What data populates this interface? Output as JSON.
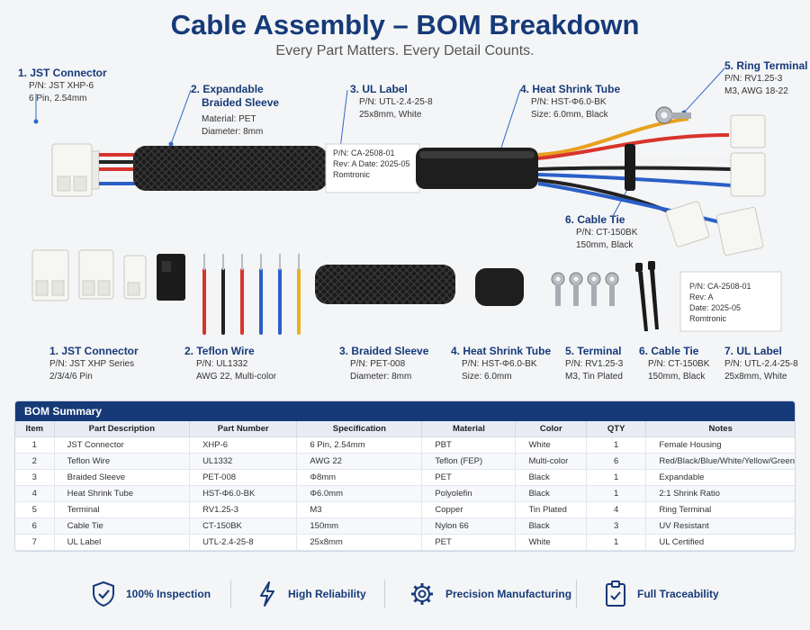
{
  "header": {
    "title": "Cable Assembly – BOM Breakdown",
    "subtitle": "Every Part Matters. Every Detail Counts."
  },
  "callouts": [
    {
      "title": "1. JST Connector",
      "lines": [
        "P/N: JST XHP-6",
        "6 Pin, 2.54mm"
      ]
    },
    {
      "title": "2. Expandable",
      "title2": "Braided Sleeve",
      "lines": [
        "Material: PET",
        "Diameter: 8mm"
      ]
    },
    {
      "title": "3. UL Label",
      "lines": [
        "P/N: UTL-2.4-25-8",
        "25x8mm, White"
      ]
    },
    {
      "title": "4. Heat Shrink Tube",
      "lines": [
        "P/N: HST-Φ6.0-BK",
        "Size: 6.0mm, Black"
      ]
    },
    {
      "title": "5. Ring Terminal",
      "lines": [
        "P/N: RV1.25-3",
        "M3, AWG 18-22"
      ]
    },
    {
      "title": "6. Cable Tie",
      "lines": [
        "P/N: CT-150BK",
        "150mm, Black"
      ]
    }
  ],
  "cable_label": {
    "lines": [
      "P/N: CA-2508-01",
      "Rev: A   Date: 2025-05",
      "Romtronic"
    ]
  },
  "parts": [
    {
      "title": "1. JST Connector",
      "lines": [
        "P/N: JST XHP Series",
        "2/3/4/6 Pin"
      ]
    },
    {
      "title": "2. Teflon Wire",
      "lines": [
        "P/N: UL1332",
        "AWG 22, Multi-color"
      ]
    },
    {
      "title": "3. Braided Sleeve",
      "lines": [
        "P/N: PET-008",
        "Diameter: 8mm"
      ]
    },
    {
      "title": "4. Heat Shrink Tube",
      "lines": [
        "P/N: HST-Φ6.0-BK",
        "Size: 6.0mm"
      ]
    },
    {
      "title": "5. Terminal",
      "lines": [
        "P/N: RV1.25-3",
        "M3, Tin Plated"
      ]
    },
    {
      "title": "6. Cable Tie",
      "lines": [
        "P/N: CT-150BK",
        "150mm, Black"
      ]
    },
    {
      "title": "7. UL Label",
      "lines": [
        "P/N: UTL-2.4-25-8",
        "25x8mm, White"
      ]
    }
  ],
  "sample_label": {
    "lines": [
      "P/N: CA-2508-01",
      "Rev: A",
      "Date: 2025-05",
      "Romtronic"
    ]
  },
  "bom": {
    "heading": "BOM Summary",
    "columns": [
      "Item",
      "Part Description",
      "Part Number",
      "Specification",
      "Material",
      "Color",
      "QTY",
      "Notes"
    ],
    "rows": [
      [
        "1",
        "JST Connector",
        "XHP-6",
        "6 Pin, 2.54mm",
        "PBT",
        "White",
        "1",
        "Female Housing"
      ],
      [
        "2",
        "Teflon Wire",
        "UL1332",
        "AWG 22",
        "Teflon (FEP)",
        "Multi-color",
        "6",
        "Red/Black/Blue/White/Yellow/Green"
      ],
      [
        "3",
        "Braided Sleeve",
        "PET-008",
        "Φ8mm",
        "PET",
        "Black",
        "1",
        "Expandable"
      ],
      [
        "4",
        "Heat Shrink Tube",
        "HST-Φ6.0-BK",
        "Φ6.0mm",
        "Polyolefin",
        "Black",
        "1",
        "2:1 Shrink Ratio"
      ],
      [
        "5",
        "Terminal",
        "RV1.25-3",
        "M3",
        "Copper",
        "Tin Plated",
        "4",
        "Ring Terminal"
      ],
      [
        "6",
        "Cable Tie",
        "CT-150BK",
        "150mm",
        "Nylon 66",
        "Black",
        "3",
        "UV Resistant"
      ],
      [
        "7",
        "UL Label",
        "UTL-2.4-25-8",
        "25x8mm",
        "PET",
        "White",
        "1",
        "UL Certified"
      ]
    ]
  },
  "features": [
    {
      "label": "100% Inspection",
      "icon": "shield-check-icon"
    },
    {
      "label": "High Reliability",
      "icon": "lightning-icon"
    },
    {
      "label": "Precision Manufacturing",
      "icon": "gear-icon"
    },
    {
      "label": "Full Traceability",
      "icon": "clipboard-check-icon"
    }
  ],
  "colors": {
    "brand": "#163a78",
    "accent": "#2f67c4"
  }
}
